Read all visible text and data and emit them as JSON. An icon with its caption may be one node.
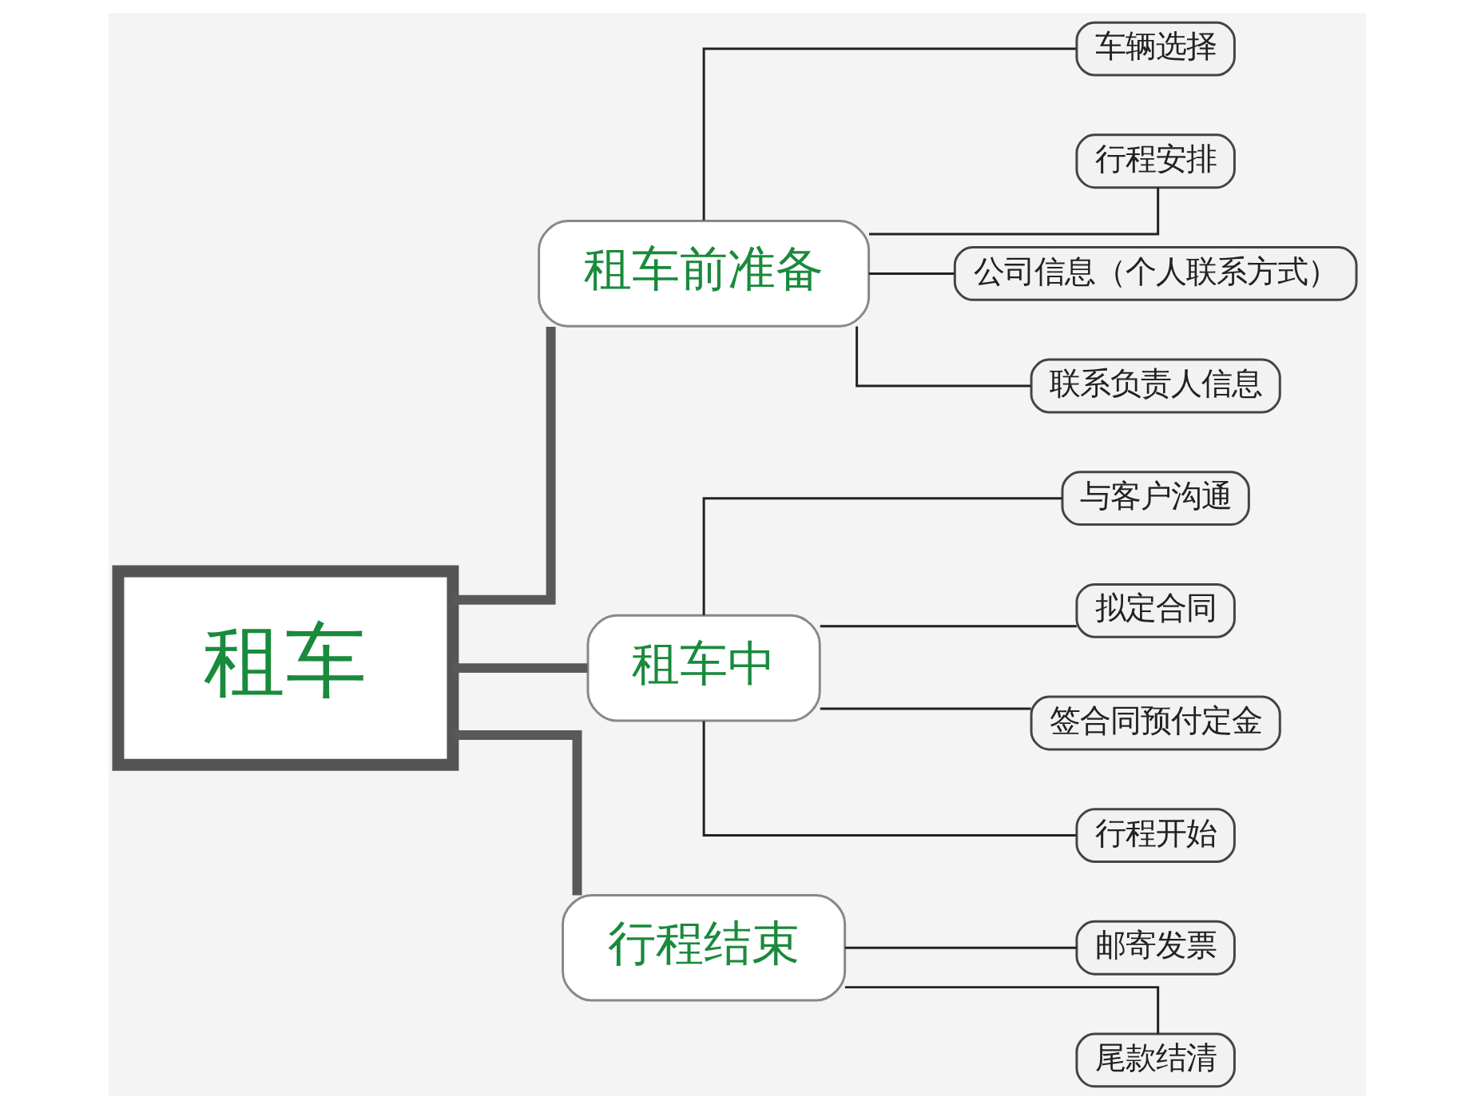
{
  "diagram": {
    "nodes": [
      {
        "text": [
          "租车"
        ]
      },
      {
        "text": [
          "租车前准备"
        ]
      },
      {
        "text": [
          "车辆选择"
        ]
      },
      {
        "text": [
          "行程安排"
        ]
      },
      {
        "text": [
          "公司信息（个人联系方式）"
        ]
      },
      {
        "text": [
          "联系负责人信息"
        ]
      },
      {
        "text": [
          "租车中"
        ]
      },
      {
        "text": [
          "与客户沟通"
        ]
      },
      {
        "text": [
          "拟定合同"
        ]
      },
      {
        "text": [
          "签合同预付定金"
        ]
      },
      {
        "text": [
          "行程开始"
        ]
      },
      {
        "text": [
          "行程结束"
        ]
      },
      {
        "text": [
          "邮寄发票"
        ]
      },
      {
        "text": [
          "尾款结清"
        ]
      }
    ],
    "edges": [
      {
        "from": 0,
        "to": 1,
        "arrow": "none",
        "style": "thick",
        "color": "#595959"
      },
      {
        "from": 1,
        "to": 2,
        "arrow": "none"
      },
      {
        "from": 1,
        "to": 3,
        "arrow": "none"
      },
      {
        "from": 1,
        "to": 4,
        "arrow": "none"
      },
      {
        "from": 1,
        "to": 5,
        "arrow": "none"
      },
      {
        "from": 0,
        "to": 6,
        "arrow": "none",
        "style": "thick",
        "color": "#595959"
      },
      {
        "from": 6,
        "to": 7,
        "arrow": "none"
      },
      {
        "from": 6,
        "to": 8,
        "arrow": "none"
      },
      {
        "from": 6,
        "to": 9,
        "arrow": "none"
      },
      {
        "from": 6,
        "to": 10,
        "arrow": "none"
      },
      {
        "from": 0,
        "to": 11,
        "arrow": "none",
        "style": "thick",
        "color": "#595959"
      },
      {
        "from": 11,
        "to": 12,
        "arrow": "none"
      },
      {
        "from": 11,
        "to": 13,
        "arrow": "none"
      }
    ]
  }
}
